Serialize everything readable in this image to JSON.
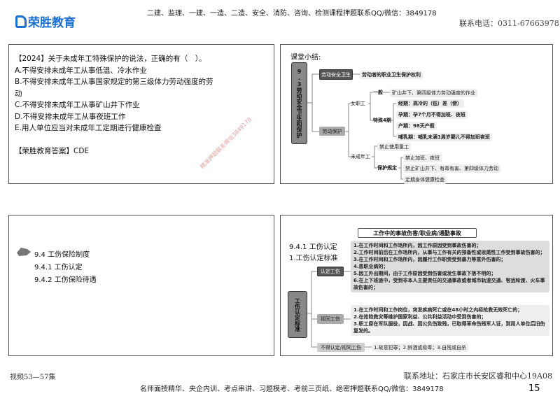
{
  "header": {
    "logo_text": "荣胜教育",
    "top_banner": "二建、监理、一建、一造、二造、安全、消防、咨询、检测课程押题联系QQ/微信：3849178",
    "phone": "联系电话：0311-67663978"
  },
  "footer": {
    "videos": "视频53—57集",
    "address": "联系地址：石家庄市长安区睿和中心19A08",
    "banner": "名师面授精华、央企内训、考点串讲、习题模考、考前三页纸、绝密押题联系QQ/微信：3849178",
    "page_number": "15"
  },
  "watermark": "精准押题联系微信3849178",
  "slide1": {
    "question": "【2024】关于未成年工特殊保护的说法，正确的有（　）。",
    "options": [
      "A.不得安排未成年工从事低温、冷水作业",
      "B.不得安排未成年工从事国家规定的第三级体力劳动强度的劳",
      "动",
      "C.不得安排未成年工从事矿山井下作业",
      "D.不得安排未成年工从事夜班工作",
      "E.用人单位应当对未成年工定期进行健康检查"
    ],
    "answer": "【荣胜教育答案】CDE"
  },
  "slide2": {
    "title": "课堂小结:",
    "root": "9.3劳动安全卫生和保护",
    "n1": "劳动安全卫生",
    "n1a": "劳动者的职业卫生保护权利",
    "n2": "劳动保护",
    "female": "女职工",
    "general": "一般",
    "general_a": "矿山井下、第四级体力劳动强度的作业",
    "special": "特殊4期",
    "periods": [
      "经期：高冷的（低）差（傍）",
      "孕期：孕7个月不得加班、夜班",
      "产期：98天产假",
      "哺乳期：哺乳未满1周岁婴儿不得加班夜班"
    ],
    "minor": "未成年工",
    "no_child": "禁止使用童工",
    "protect": "保护规定",
    "protect_items": [
      "禁止加班、夜班",
      "禁止矿山井下、有毒有害、第四级体力劳动",
      "定期身体健康检查"
    ]
  },
  "slide3": {
    "items": [
      "9.4 工伤保险制度",
      "9.4.1 工伤认定",
      "9.4.2 工伤保险待遇"
    ],
    "bullet_icon": "arrow-shape-icon"
  },
  "slide4": {
    "banner": "工作中的事故伤害/职业病/通勤事故",
    "title": "9.4.1 工伤认定",
    "subtitle": "1.工伤认定标准",
    "root": "工伤认定标准",
    "n1": "认定工伤",
    "n1_items": [
      "1.在工作时间和工作场所内，因工作原因受到事故伤害的；",
      "2.工作时间前后在工作场所内，从事与工作有关的预备性或收尾性工作受到事故伤害的；",
      "3.在工作时间和工作场所内，因履行工作职责受到暴力等意外伤害的；",
      "4.患职业病的；",
      "5.因工外出期间，由于工作原因受到伤害或发生事故下落不明的；",
      "6.在上下班途中，受到非本人主要责任的交通事故或者城市轨道交通、客运轮渡、火车事故伤害的；"
    ],
    "n2": "视同工伤",
    "n2_items": [
      "1.在工作时间和工作岗位，突发疾病死亡或在48小时之内经抢救无效死亡的；",
      "2.在抢险救灾等维护国家利益、公共利益活动中受到伤害的；",
      "3.职工原在军队服役，因战、因公负伤致残，已取得革命伤残军人证，到用人单位后旧伤复发的。"
    ],
    "n3": "不得认定/视同工伤",
    "n3a": "1.故意犯罪；2.醉酒或吸毒；3.自残或自杀"
  }
}
